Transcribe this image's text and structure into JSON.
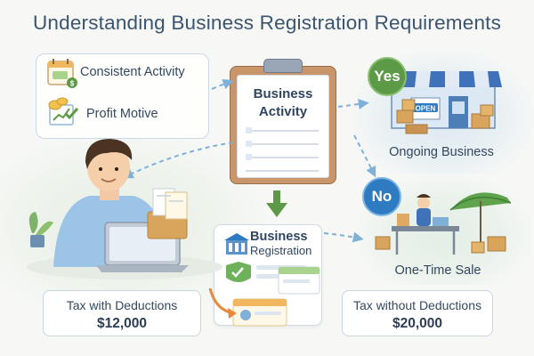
{
  "title": "Understanding Business Registration Requirements",
  "factors": [
    {
      "label": "Consistent Activity",
      "icon": "calendar-money-icon"
    },
    {
      "label": "Profit Motive",
      "icon": "coins-chart-icon"
    }
  ],
  "center": {
    "clipboard_title_line1": "Business",
    "clipboard_title_line2": "Activity",
    "registration_title_line1": "Business",
    "registration_title_line2": "Registration"
  },
  "outcomes": {
    "yes": {
      "badge": "Yes",
      "label": "Ongoing Business",
      "store_sign": "OPEN"
    },
    "no": {
      "badge": "No",
      "label": "One-Time Sale"
    }
  },
  "tax": {
    "with": {
      "label": "Tax with Deductions",
      "value": "$12,000"
    },
    "without": {
      "label": "Tax without Deductions",
      "value": "$20,000"
    }
  },
  "colors": {
    "title": "#3b5470",
    "yes_green": "#5d9a47",
    "no_blue": "#2f7bc1",
    "arrow_blue": "#7fb0d8",
    "arrow_green": "#5d9a47",
    "clipboard_brown": "#c9956a"
  }
}
